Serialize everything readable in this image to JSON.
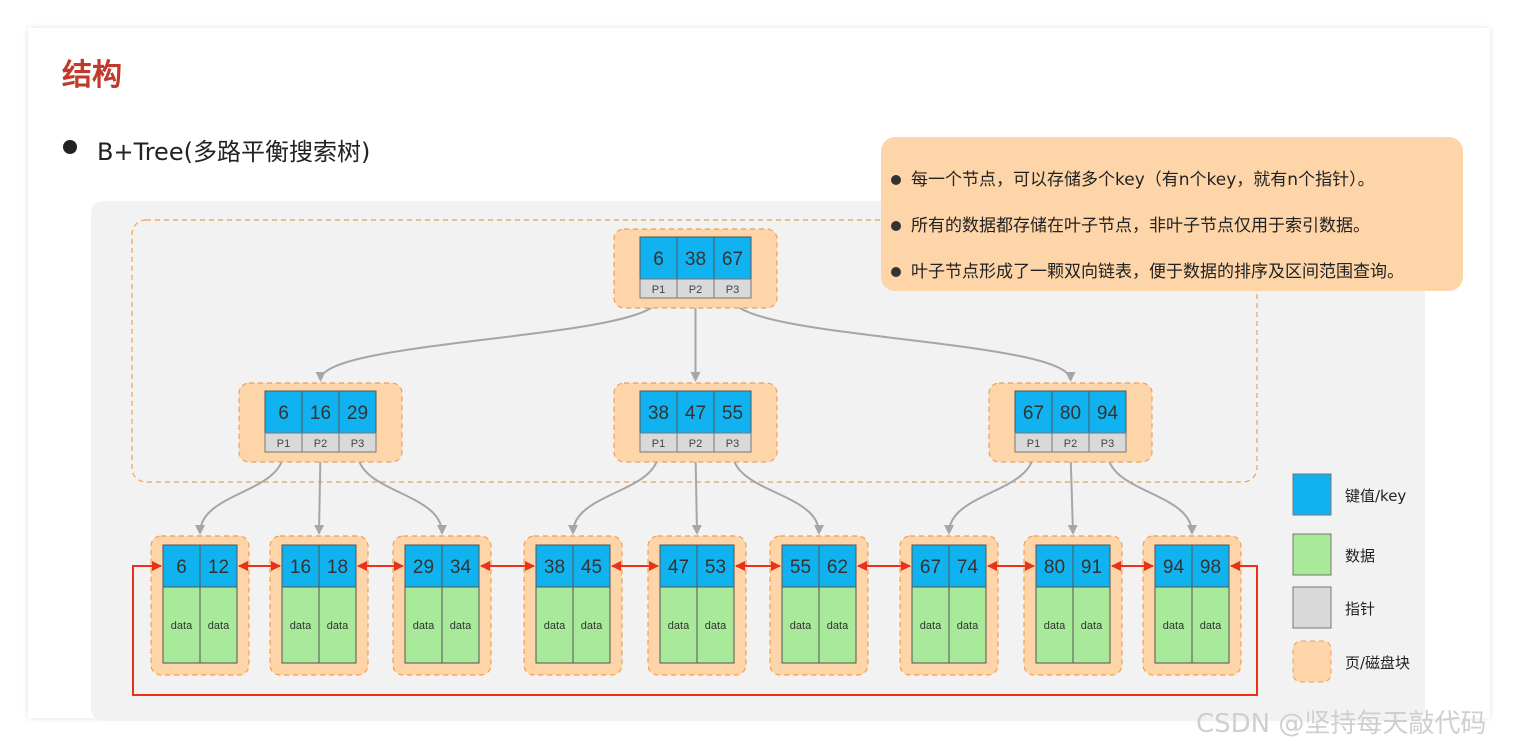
{
  "title": "结构",
  "subtitle": "B+Tree(多路平衡搜索树)",
  "callout": [
    "每一个节点，可以存储多个key（有n个key，就有n个指针）。",
    "所有的数据都存储在叶子节点，非叶子节点仅用于索引数据。",
    "叶子节点形成了一颗双向链表，便于数据的排序及区间范围查询。"
  ],
  "tree": {
    "pointer_labels": [
      "P1",
      "P2",
      "P3"
    ],
    "data_label": "data",
    "root": {
      "keys": [
        "6",
        "38",
        "67"
      ]
    },
    "internal": [
      {
        "keys": [
          "6",
          "16",
          "29"
        ]
      },
      {
        "keys": [
          "38",
          "47",
          "55"
        ]
      },
      {
        "keys": [
          "67",
          "80",
          "94"
        ]
      }
    ],
    "leaves": [
      {
        "keys": [
          "6",
          "12"
        ]
      },
      {
        "keys": [
          "16",
          "18"
        ]
      },
      {
        "keys": [
          "29",
          "34"
        ]
      },
      {
        "keys": [
          "38",
          "45"
        ]
      },
      {
        "keys": [
          "47",
          "53"
        ]
      },
      {
        "keys": [
          "55",
          "62"
        ]
      },
      {
        "keys": [
          "67",
          "74"
        ]
      },
      {
        "keys": [
          "80",
          "91"
        ]
      },
      {
        "keys": [
          "94",
          "98"
        ]
      }
    ]
  },
  "legend": [
    {
      "label": "键值/key",
      "color": "#10b3f0"
    },
    {
      "label": "数据",
      "color": "#a8e99a"
    },
    {
      "label": "指针",
      "color": "#d9d9d9"
    },
    {
      "label": "页/磁盘块",
      "color": "#fdd5a8"
    }
  ],
  "colors": {
    "key": "#10b3f0",
    "data": "#a8e99a",
    "pointer": "#d9d9d9",
    "page": "#fdd5a8",
    "link": "#e8321e",
    "title": "#c0392b"
  },
  "watermark": "CSDN @坚持每天敲代码"
}
